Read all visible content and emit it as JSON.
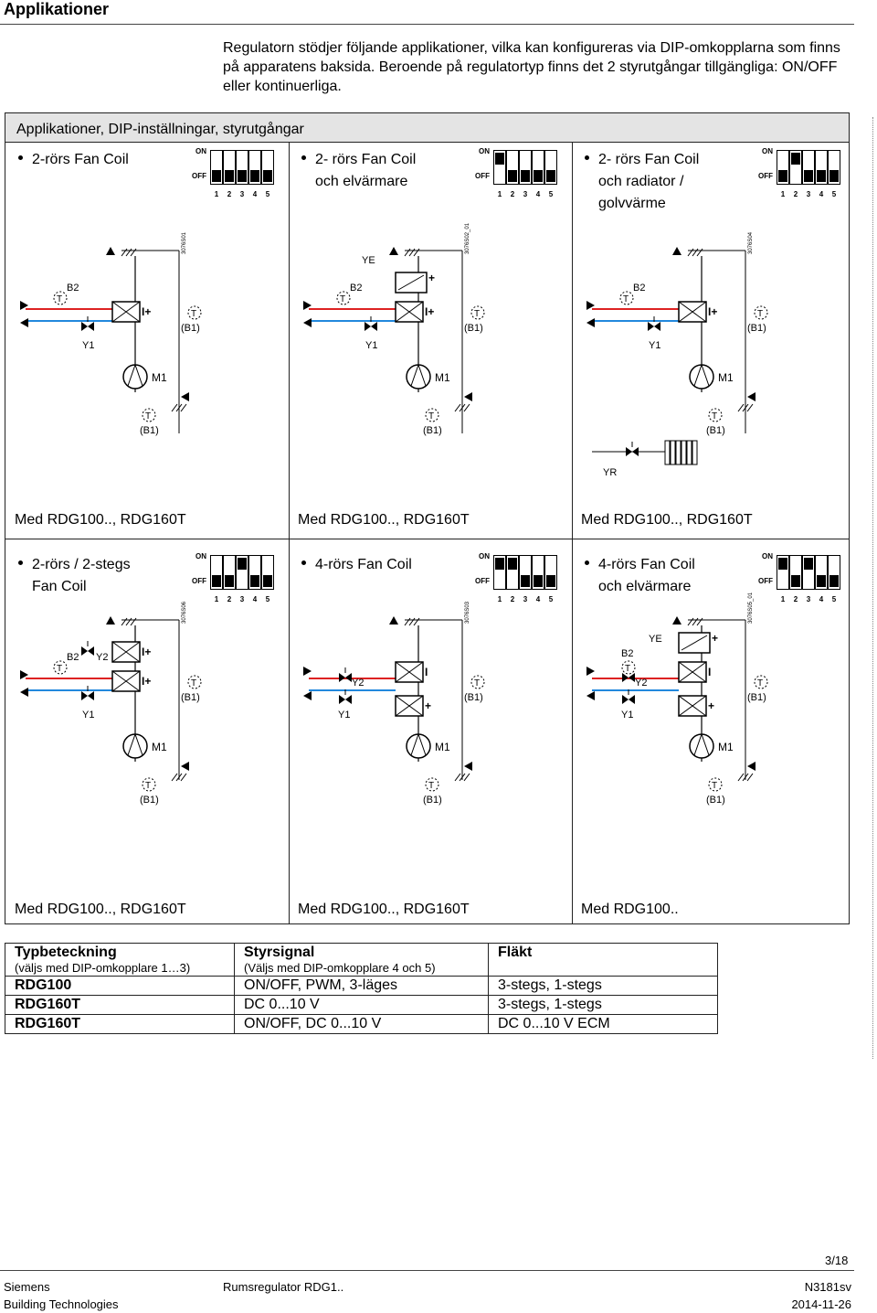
{
  "page_title": "Applikationer",
  "intro": "Regulatorn stödjer följande applikationer, vilka kan konfigureras via DIP-omkopplarna som finns på apparatens baksida. Beroende på regulatortyp finns det 2 styrutgångar tillgängliga: ON/OFF eller kontinuerliga.",
  "box_heading": "Applikationer, DIP-inställningar, styrutgångar",
  "dip_labels": {
    "on": "ON",
    "off": "OFF",
    "nums": [
      "1",
      "2",
      "3",
      "4",
      "5"
    ]
  },
  "cells": [
    {
      "title": [
        "2-rörs Fan Coil"
      ],
      "dip": [
        false,
        false,
        false,
        false,
        false
      ],
      "code": "3076S01",
      "footer": "Med RDG100.., RDG160T"
    },
    {
      "title": [
        "2- rörs Fan Coil",
        "och elvärmare"
      ],
      "dip": [
        true,
        false,
        false,
        false,
        false
      ],
      "code": "3076S02_01",
      "footer": "Med RDG100.., RDG160T"
    },
    {
      "title": [
        "2- rörs Fan Coil",
        "och radiator /",
        "golvvärme"
      ],
      "dip": [
        false,
        true,
        false,
        false,
        false
      ],
      "code": "3076S04",
      "footer": "Med RDG100.., RDG160T"
    },
    {
      "title": [
        "2-rörs / 2-stegs",
        "Fan Coil"
      ],
      "dip": [
        false,
        false,
        true,
        false,
        false
      ],
      "code": "3076S06",
      "footer": "Med RDG100.., RDG160T"
    },
    {
      "title": [
        "4-rörs Fan Coil"
      ],
      "dip": [
        true,
        true,
        false,
        false,
        false
      ],
      "code": "3076S03",
      "footer": "Med RDG100.., RDG160T"
    },
    {
      "title": [
        "4-rörs Fan Coil",
        "och elvärmare"
      ],
      "dip": [
        true,
        false,
        true,
        false,
        false
      ],
      "code": "3076S05_01",
      "footer": "Med RDG100.."
    }
  ],
  "diagram_labels": {
    "b1": "(B1)",
    "b2": "B2",
    "y1": "Y1",
    "y2": "Y2",
    "m1": "M1",
    "ye": "YE",
    "yr": "YR",
    "t": "T"
  },
  "table": {
    "headers": [
      {
        "main": "Typbeteckning",
        "sub": "(väljs med DIP-omkopplare 1…3)"
      },
      {
        "main": "Styrsignal",
        "sub": "(Väljs med DIP-omkopplare 4 och 5)"
      },
      {
        "main": "Fläkt",
        "sub": ""
      }
    ],
    "rows": [
      [
        "RDG100",
        "ON/OFF, PWM, 3-läges",
        "3-stegs, 1-stegs"
      ],
      [
        "RDG160T",
        "DC 0...10 V",
        "3-stegs, 1-stegs"
      ],
      [
        "RDG160T",
        "ON/OFF, DC 0...10 V",
        "DC 0...10 V ECM"
      ]
    ]
  },
  "page_number": "3/18",
  "footer": {
    "left1": "Siemens",
    "left2": "Building Technologies",
    "center": "Rumsregulator RDG1..",
    "right1": "N3181sv",
    "right2": "2014-11-26"
  }
}
